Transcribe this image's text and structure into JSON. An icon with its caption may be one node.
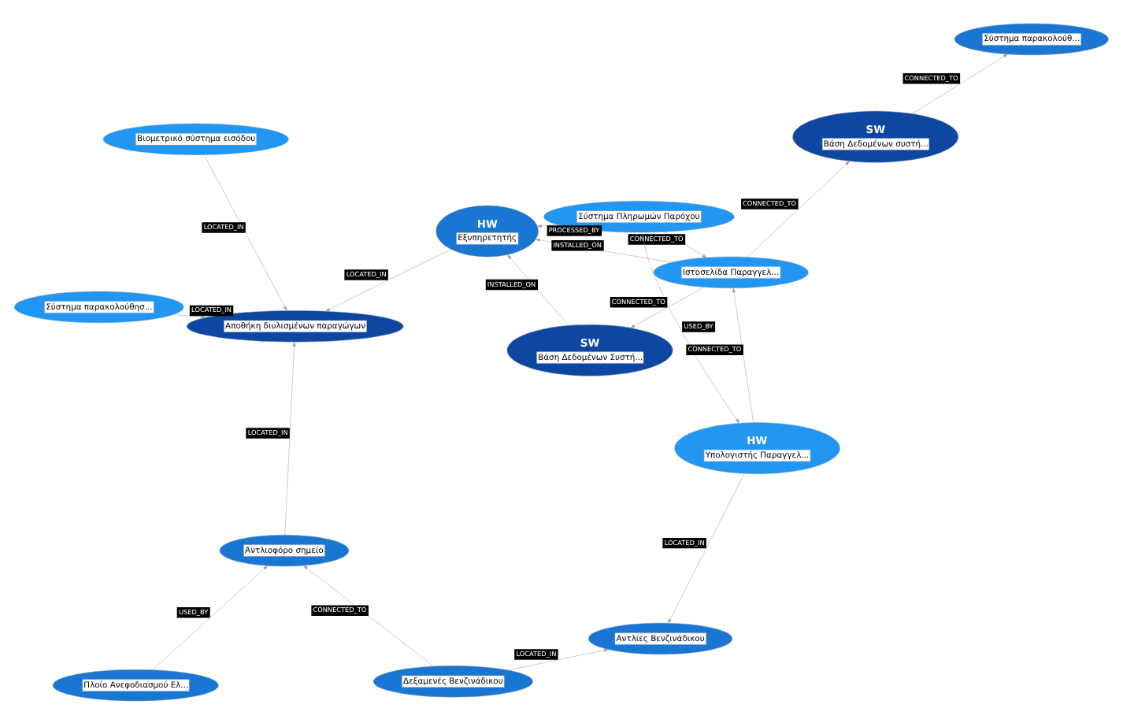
{
  "diagram": {
    "nodes": [
      {
        "text": [
          "Βιομετρικό σύστημα εισόδου"
        ]
      },
      {
        "text": [
          "Πλοίο Ανεφοδιασμού Ελ..."
        ]
      },
      {
        "text": [
          "Αποθήκη διυλισμένων παραγώγων"
        ]
      },
      {
        "text": [
          "Αντλιοφόρο σημείο"
        ]
      },
      {
        "text": [
          "Σύστημα παρακολούθησ..."
        ]
      },
      {
        "text": [
          "HW",
          "Εξυπηρετητής"
        ]
      },
      {
        "text": [
          "SW",
          "Βάση Δεδομένων Συστή..."
        ]
      },
      {
        "text": [
          "Σύστημα Πληρωμών Παρόχου"
        ]
      },
      {
        "text": [
          "Ιστοσελίδα Παραγγελ..."
        ]
      },
      {
        "text": [
          "Δεξαμενές Βενζινάδικου"
        ]
      },
      {
        "text": [
          "SW",
          "Βάση Δεδομένων συστή..."
        ]
      },
      {
        "text": [
          "HW",
          "Υπολογιστής Παραγγελ..."
        ]
      },
      {
        "text": [
          "Αντλίες Βενζινάδικου"
        ]
      },
      {
        "text": [
          "Σύστημα παρακολούθ..."
        ]
      }
    ],
    "edges": [
      {
        "from": 0,
        "to": 2,
        "arrow": "to",
        "label": "LOCATED_IN"
      },
      {
        "from": 1,
        "to": 3,
        "arrow": "to",
        "label": "USED_BY"
      },
      {
        "from": 3,
        "to": 2,
        "arrow": "to",
        "label": "LOCATED_IN"
      },
      {
        "from": 4,
        "to": 2,
        "arrow": "to",
        "label": "LOCATED_IN"
      },
      {
        "from": 5,
        "to": 2,
        "arrow": "to",
        "label": "LOCATED_IN"
      },
      {
        "from": 6,
        "to": 5,
        "arrow": "to",
        "label": "INSTALLED_ON"
      },
      {
        "from": 9,
        "to": 3,
        "arrow": "to",
        "label": "CONNECTED_TO"
      },
      {
        "from": 7,
        "to": 5,
        "arrow": "to",
        "label": "PROCESSED_BY"
      },
      {
        "from": 8,
        "to": 5,
        "arrow": "to",
        "label": "INSTALLED_ON"
      },
      {
        "from": 8,
        "to": 6,
        "arrow": "to",
        "label": "CONNECTED_TO"
      },
      {
        "from": 7,
        "to": 8,
        "arrow": "to",
        "label": "CONNECTED_TO"
      },
      {
        "from": 7,
        "to": 11,
        "arrow": "to",
        "label": "USED_BY"
      },
      {
        "from": 11,
        "to": 8,
        "arrow": "to",
        "label": "CONNECTED_TO"
      },
      {
        "from": 8,
        "to": 10,
        "arrow": "to",
        "label": "CONNECTED_TO"
      },
      {
        "from": 10,
        "to": 13,
        "arrow": "to",
        "label": "CONNECTED_TO"
      },
      {
        "from": 9,
        "to": 12,
        "arrow": "to",
        "label": "LOCATED_IN"
      },
      {
        "from": 11,
        "to": 12,
        "arrow": "to",
        "label": "LOCATED_IN"
      }
    ]
  }
}
